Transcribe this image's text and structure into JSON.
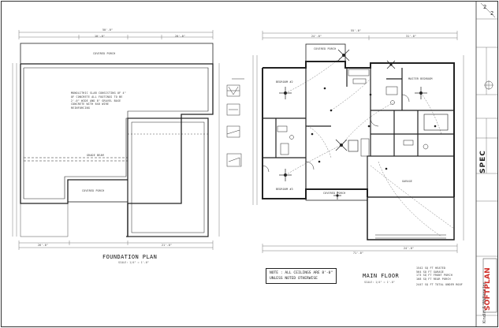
{
  "sheet": {
    "number": "2",
    "total": "2",
    "sheet_label": "SPEC",
    "company": "Kindlin & Wallace Inc."
  },
  "foundation": {
    "title": "FOUNDATION PLAN",
    "scale": "SCALE: 1/4\" = 1'-0\"",
    "covered_porch_top": "COVERED PORCH",
    "covered_porch_bottom": "COVERED PORCH",
    "slab_note": "MONOLITHIC SLAB CONSISTING OF 4\" OF CONCRETE ALL FOOTINGS TO BE 2'-0\" WIDE AND 8\" GRAVEL BASE CONCRETE WITH 6X6 WIRE REINFORCING",
    "beam_label": "GRADE BEAM",
    "dims_top": [
      "50'-0\"",
      "10'-0\"",
      "20'-0\""
    ],
    "dims_bottom": [
      "26'-0\"",
      "21'-0\""
    ]
  },
  "main_floor": {
    "title": "MAIN FLOOR",
    "scale": "SCALE: 1/4\" = 1'-0\"",
    "note_line1": "NOTE : ALL CEILINGS ARE 8'-0\"",
    "note_line2": "UNLESS NOTED OTHERWISE",
    "rooms": {
      "bed2": "BEDROOM #2",
      "bed3": "BEDROOM #3",
      "master": "MASTER BEDROOM",
      "porch_top": "COVERED PORCH",
      "porch_bottom": "COVERED PORCH",
      "garage": "GARAGE"
    },
    "dims_top": [
      "55'-0\"",
      "24'-0\"",
      "31'-0\""
    ],
    "dims_bottom": [
      "71'-0\"",
      "24'-0\""
    ],
    "area_table": [
      "1542 SQ FT HEATED",
      "564 SQ FT GARAGE",
      "173 SQ FT FRONT PORCH",
      "168 SQ FT REAR PORCH",
      "2447 SQ FT TOTAL UNDER ROOF"
    ]
  },
  "logo": {
    "text": "SOFTPLAN"
  },
  "colors": {
    "line": "#222222",
    "logo_red": "#d0302a",
    "logo_dark": "#222222"
  }
}
